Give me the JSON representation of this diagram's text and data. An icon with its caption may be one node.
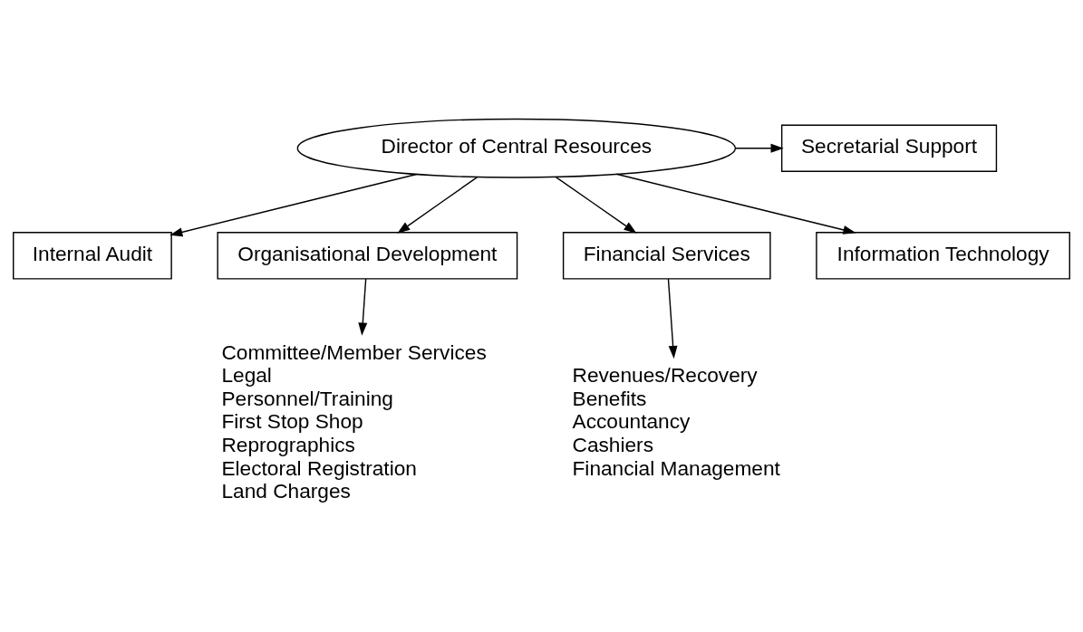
{
  "diagram": {
    "nodes": [
      {
        "text": [
          "Director of Central Resources"
        ]
      },
      {
        "text": [
          "Secretarial Support"
        ]
      },
      {
        "text": [
          "Internal Audit"
        ]
      },
      {
        "text": [
          "Organisational Development"
        ]
      },
      {
        "text": [
          "Financial Services"
        ]
      },
      {
        "text": [
          "Information Technology"
        ]
      },
      {
        "text": [
          "Committee/Member Services",
          "Legal",
          "Personnel/Training",
          "First Stop Shop",
          "Reprographics",
          "Electoral Registration",
          "Land Charges"
        ]
      },
      {
        "text": [
          "Revenues/Recovery",
          "Benefits",
          "Accountancy",
          "Cashiers",
          "Financial Management"
        ]
      }
    ],
    "edges": [
      {
        "from": 0,
        "to": 1,
        "arrow": "to"
      },
      {
        "from": 0,
        "to": 2,
        "arrow": "to"
      },
      {
        "from": 0,
        "to": 3,
        "arrow": "to"
      },
      {
        "from": 0,
        "to": 4,
        "arrow": "to"
      },
      {
        "from": 0,
        "to": 5,
        "arrow": "to"
      },
      {
        "from": 3,
        "to": 6,
        "arrow": "to"
      },
      {
        "from": 4,
        "to": 7,
        "arrow": "to"
      }
    ]
  }
}
